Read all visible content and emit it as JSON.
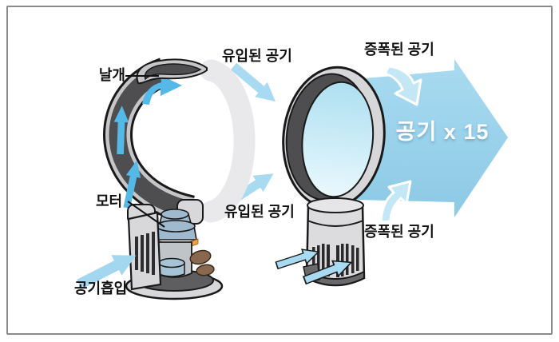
{
  "diagram": {
    "left_fan": {
      "blade_label": "날개",
      "motor_label": "모터",
      "intake_label": "공기흡입"
    },
    "right_fan": {
      "inflow_top_label": "유입된 공기",
      "inflow_bottom_label": "유입된 공기",
      "amplified_top_label": "증폭된 공기",
      "amplified_bottom_label": "증폭된 공기",
      "output_label": "공기 x 15"
    },
    "colors": {
      "flow_blue": "#55B9E8",
      "soft_blue": "#A8DAF1",
      "intake_blue": "#A3D6EF",
      "big_arrow_top": "#A9DBF1",
      "big_arrow_bottom": "#8CC9E5",
      "curved_arrow_fill": "#C4E7F5",
      "ring_dark": "#4E4E50",
      "ring_light": "#D7D7D9",
      "pale_loop": "#E9E9EB",
      "motor_blue_gray": "#9FB9CE",
      "accent_orange": "#F0A13C",
      "pad_brown": "#8A6850",
      "frame_border": "#8A8A8A"
    }
  }
}
